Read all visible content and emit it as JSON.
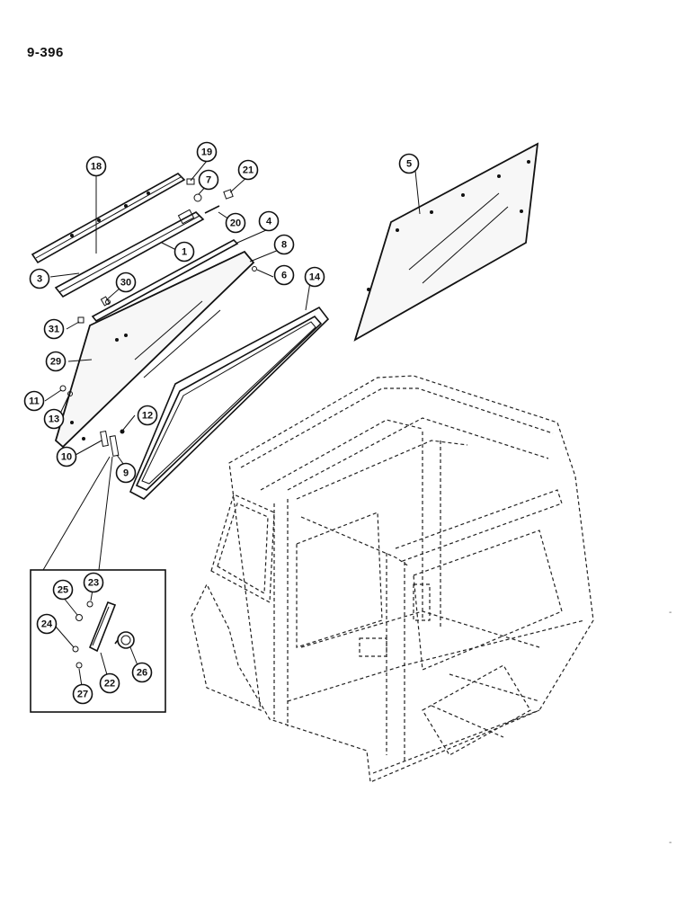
{
  "page": {
    "number": "9-396"
  },
  "callouts": [
    {
      "label": "18"
    },
    {
      "label": "19"
    },
    {
      "label": "7"
    },
    {
      "label": "21"
    },
    {
      "label": "20"
    },
    {
      "label": "4"
    },
    {
      "label": "1"
    },
    {
      "label": "8"
    },
    {
      "label": "3"
    },
    {
      "label": "6"
    },
    {
      "label": "30"
    },
    {
      "label": "14"
    },
    {
      "label": "31"
    },
    {
      "label": "29"
    },
    {
      "label": "11"
    },
    {
      "label": "12"
    },
    {
      "label": "13"
    },
    {
      "label": "10"
    },
    {
      "label": "9"
    },
    {
      "label": "5"
    },
    {
      "label": "25"
    },
    {
      "label": "23"
    },
    {
      "label": "24"
    },
    {
      "label": "26"
    },
    {
      "label": "22"
    },
    {
      "label": "27"
    }
  ],
  "edge_marks": [
    "-",
    "-"
  ]
}
